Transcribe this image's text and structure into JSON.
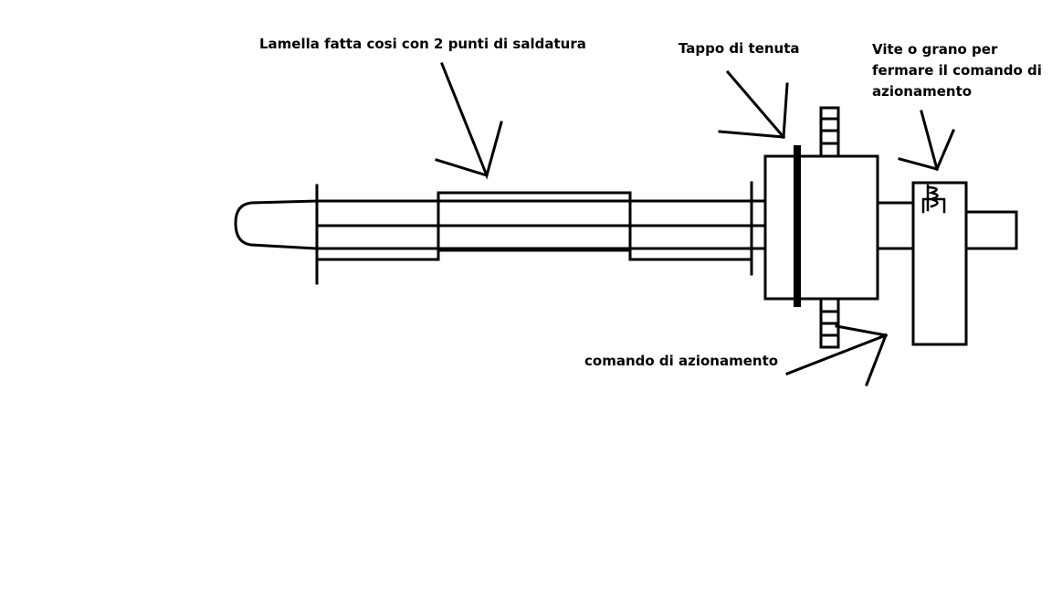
{
  "labels": {
    "lamella": "Lamella fatta cosi con 2 punti di saldatura",
    "tappo": "Tappo di tenuta",
    "vite": [
      "Vite o grano per",
      "fermare il comando di",
      "azionamento"
    ],
    "comando": "comando di azionamento"
  },
  "colors": {
    "stroke": "#000000",
    "background": "#ffffff"
  }
}
